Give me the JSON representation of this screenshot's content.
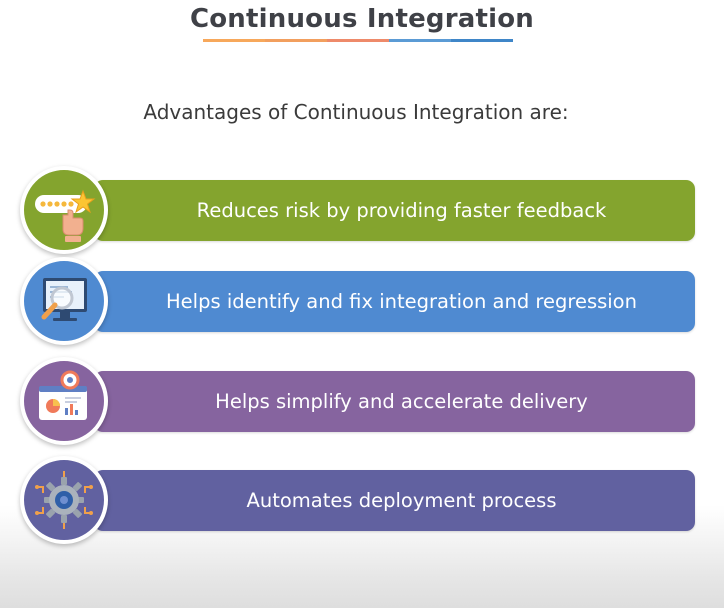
{
  "header": {
    "title": "Continuous Integration",
    "underline_colors": [
      "#f7a85b",
      "#f29f5e",
      "#ee8a6a",
      "#5b9bd5",
      "#3f86c8"
    ]
  },
  "intro": {
    "text": "Advantages of Continuous Integration are:"
  },
  "advantages": [
    {
      "label": "Reduces risk by providing faster feedback",
      "color": "#84a42e",
      "icon": "rating-stars-hand-icon"
    },
    {
      "label": "Helps identify and fix integration and regression",
      "color": "#4f8ad1",
      "icon": "monitor-magnifier-icon"
    },
    {
      "label": "Helps simplify and accelerate delivery",
      "color": "#86649f",
      "icon": "analytics-dashboard-icon"
    },
    {
      "label": "Automates deployment process",
      "color": "#6161a0",
      "icon": "gear-circuit-icon"
    }
  ]
}
